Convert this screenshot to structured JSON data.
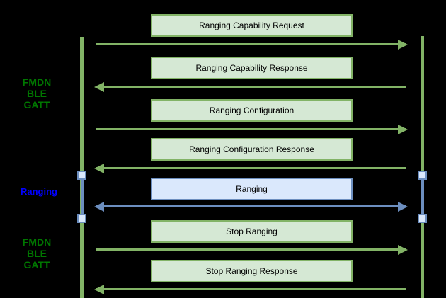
{
  "colors": {
    "background": "#000000",
    "green_stroke": "#82B366",
    "green_fill": "#D5E8D4",
    "blue_stroke": "#6C8EBF",
    "blue_fill": "#DAE8FC",
    "phase_label_green": "#007700",
    "phase_label_blue": "#0000FF",
    "message_text": "#000000"
  },
  "phase_labels": {
    "top": {
      "lines": [
        "FMDN",
        "BLE",
        "GATT"
      ]
    },
    "middle": {
      "text": "Ranging"
    },
    "bottom": {
      "lines": [
        "FMDN",
        "BLE",
        "GATT"
      ]
    }
  },
  "messages": [
    {
      "label": "Ranging Capability Request",
      "direction": "right",
      "style": "green"
    },
    {
      "label": "Ranging Capability Response",
      "direction": "left",
      "style": "green"
    },
    {
      "label": "Ranging Configuration",
      "direction": "right",
      "style": "green"
    },
    {
      "label": "Ranging Configuration Response",
      "direction": "left",
      "style": "green"
    },
    {
      "label": "Ranging",
      "direction": "both",
      "style": "blue"
    },
    {
      "label": "Stop Ranging",
      "direction": "right",
      "style": "green"
    },
    {
      "label": "Stop Ranging Response",
      "direction": "left",
      "style": "green"
    }
  ]
}
